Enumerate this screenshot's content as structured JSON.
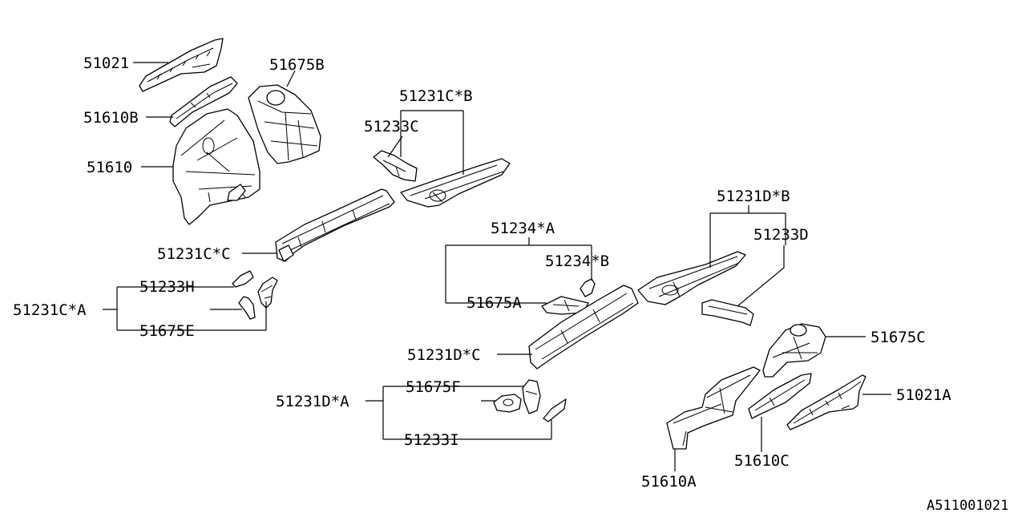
{
  "diagram_id": "A511001021",
  "labels": {
    "p51021": "51021",
    "p51610b": "51610B",
    "p51610": "51610",
    "p51675b": "51675B",
    "p51231c_b": "51231C*B",
    "p51233c": "51233C",
    "p51231c_c": "51231C*C",
    "p51233h": "51233H",
    "p51231c_a": "51231C*A",
    "p51675e": "51675E",
    "p51231d_b": "51231D*B",
    "p51233d": "51233D",
    "p51234_a": "51234*A",
    "p51234_b": "51234*B",
    "p51675a": "51675A",
    "p51231d_c": "51231D*C",
    "p51675c": "51675C",
    "p51021a": "51021A",
    "p51231d_a": "51231D*A",
    "p51675f": "51675F",
    "p51233i": "51233I",
    "p51610c": "51610C",
    "p51610a": "51610A"
  }
}
